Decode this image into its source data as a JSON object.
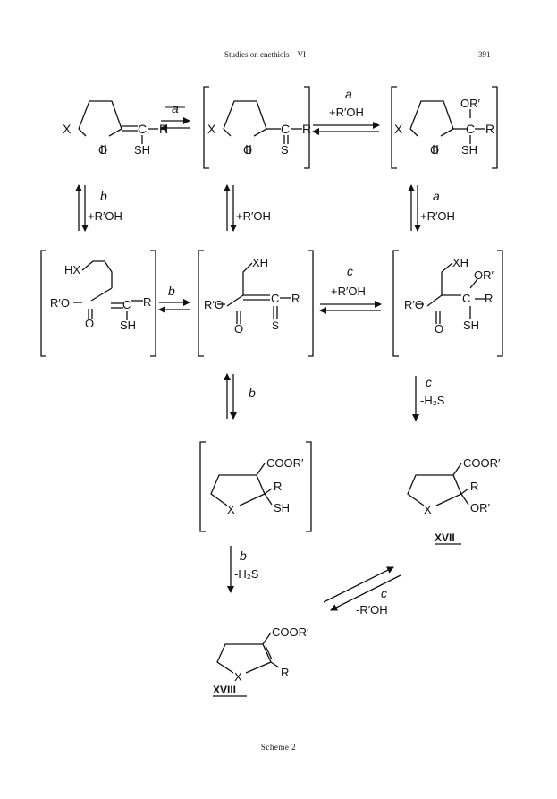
{
  "header": {
    "running_title": "Studies on enethiols—VI",
    "page_number": "391"
  },
  "caption": "Scheme 2",
  "labels": {
    "a": "a",
    "b": "b",
    "c": "c",
    "plus_roh": "+R′OH",
    "minus_h2s": "-H₂S",
    "minus_roh": "-R′OH",
    "X": "X",
    "O": "O",
    "S": "S",
    "R": "R",
    "SH": "SH",
    "OR": "OR′",
    "XH": "XH",
    "HX": "HX",
    "ester_O": "R′O",
    "COOR": "COOR′",
    "C": "C"
  },
  "compounds": {
    "xvii": "XVII",
    "xviii": "XVIII"
  }
}
